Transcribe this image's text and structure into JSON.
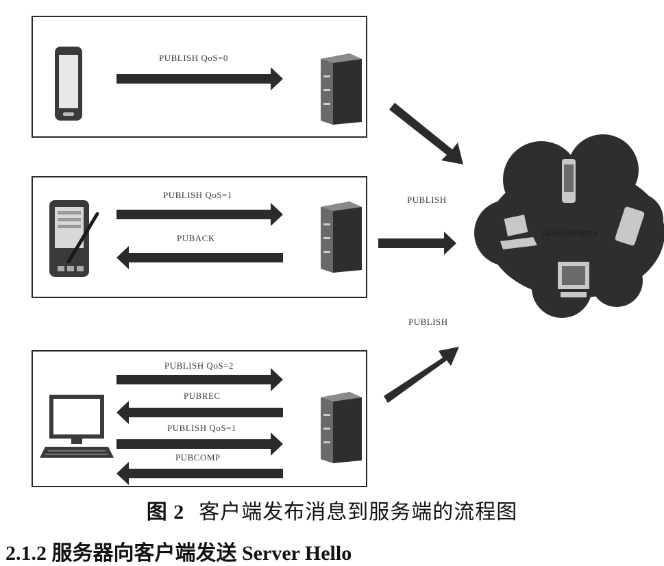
{
  "panels": [
    {
      "id": "qos0",
      "client": "phone-icon",
      "messages": [
        "PUBLISH QoS=0"
      ]
    },
    {
      "id": "qos1",
      "client": "pda-icon",
      "messages": [
        "PUBLISH QoS=1",
        "PUBACK"
      ]
    },
    {
      "id": "qos2",
      "client": "desktop-icon",
      "messages": [
        "PUBLISH QoS=2",
        "PUBREC",
        "PUBLISH QoS=1",
        "PUBCOMP"
      ]
    }
  ],
  "relay_labels": [
    "PUBLISH",
    "PUBLISH"
  ],
  "cloud": {
    "label": "SUBSCRIBERS"
  },
  "caption": {
    "figure": "图 2",
    "text": "客户端发布消息到服务端的流程图"
  },
  "section": {
    "text": "2.1.2 服务器向客户端发送 Server Hello"
  },
  "colors": {
    "arrow": "#2b2b2b",
    "cloud": "#2e2e2e",
    "device": "#3a3a3a"
  }
}
